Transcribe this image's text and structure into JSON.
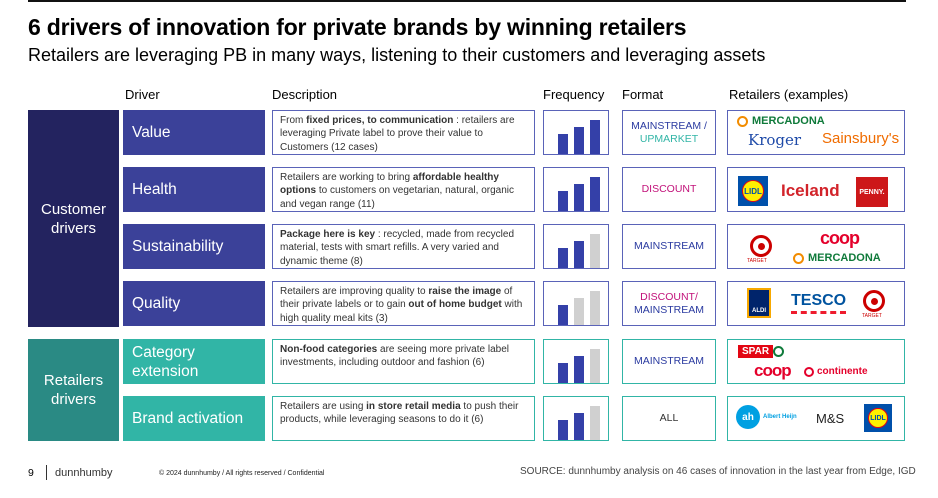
{
  "title": "6 drivers of innovation for private brands by winning retailers",
  "subtitle": "Retailers are leveraging PB in many ways, listening to their customers and leveraging assets",
  "columns": {
    "driver": "Driver",
    "description": "Description",
    "frequency": "Frequency",
    "format": "Format",
    "retailers": "Retailers (examples)"
  },
  "groups": {
    "customer": "Customer drivers",
    "retailer": "Retailers drivers"
  },
  "colors": {
    "navy": "#23235f",
    "blue": "#3b4199",
    "teal": "#31b5a6",
    "dark_teal": "#2a8a84",
    "bar": "#3440a8",
    "bar_off": "#d0d0d0"
  },
  "rows": [
    {
      "driver": "Value",
      "desc": [
        {
          "t": "From "
        },
        {
          "t": "fixed prices, to communication",
          "b": true
        },
        {
          "t": " : retailers are leveraging Private label to prove their value to Customers (12 cases)"
        }
      ],
      "frequency": 3,
      "format": [
        "MAINSTREAM /",
        "UPMARKET"
      ],
      "format_colors": [
        "#2a3aa0",
        "#31b5a6"
      ],
      "retailers": [
        "Mercadona",
        "Kroger",
        "Sainsbury's"
      ]
    },
    {
      "driver": "Health",
      "desc": [
        {
          "t": "Retailers are working to bring "
        },
        {
          "t": "affordable healthy options",
          "b": true
        },
        {
          "t": " to customers on vegetarian, natural, organic and vegan range (11)"
        }
      ],
      "frequency": 3,
      "format": [
        "DISCOUNT"
      ],
      "format_colors": [
        "#c2127a"
      ],
      "retailers": [
        "Lidl",
        "Iceland",
        "Penny"
      ]
    },
    {
      "driver": "Sustainability",
      "desc": [
        {
          "t": "Package here is key",
          "b": true
        },
        {
          "t": " : recycled, made from recycled material, tests with smart refills. A very varied and dynamic theme (8)"
        }
      ],
      "frequency": 2,
      "format": [
        "MAINSTREAM"
      ],
      "format_colors": [
        "#2a3aa0"
      ],
      "retailers": [
        "Target",
        "Coop",
        "Mercadona"
      ]
    },
    {
      "driver": "Quality",
      "desc": [
        {
          "t": "Retailers are improving quality to "
        },
        {
          "t": "raise the image",
          "b": true
        },
        {
          "t": " of their private labels or to gain "
        },
        {
          "t": "out of home budget",
          "b": true
        },
        {
          "t": " with high quality meal kits (3)"
        }
      ],
      "frequency": 1,
      "format": [
        "DISCOUNT/",
        "MAINSTREAM"
      ],
      "format_colors": [
        "#c2127a",
        "#2a3aa0"
      ],
      "retailers": [
        "Aldi",
        "Tesco",
        "Target"
      ]
    },
    {
      "driver": "Category extension",
      "desc": [
        {
          "t": "Non-food categories",
          "b": true
        },
        {
          "t": " are seeing more private label investments, including outdoor and fashion (6)"
        }
      ],
      "frequency": 2,
      "format": [
        "MAINSTREAM"
      ],
      "format_colors": [
        "#2a3aa0"
      ],
      "retailers": [
        "Spar",
        "Coop",
        "Continente"
      ]
    },
    {
      "driver": "Brand activation",
      "desc": [
        {
          "t": "Retailers are using "
        },
        {
          "t": "in store retail media",
          "b": true
        },
        {
          "t": " to push their products, while leveraging seasons to do it (6)"
        }
      ],
      "frequency": 2,
      "format": [
        "ALL"
      ],
      "format_colors": [
        "#333333"
      ],
      "retailers": [
        "Albert Heijn",
        "M&S",
        "Lidl"
      ]
    }
  ],
  "logos": {
    "mercadona": "MERCADONA",
    "kroger": "Kroger",
    "sainsburys": "Sainsbury's",
    "lidl": "LIDL",
    "iceland": "Iceland",
    "penny": "PENNY.",
    "target": "TARGET",
    "coop": "coop",
    "aldi": "ALDI",
    "tesco": "TESCO",
    "spar": "SPAR",
    "continente": "continente",
    "ah": "Albert Heijn",
    "ms": "M&S"
  },
  "footer": {
    "page": "9",
    "brand": "dunnhumby",
    "copyright": "© 2024 dunnhumby / All rights reserved / Confidential",
    "source": "SOURCE: dunnhumby analysis on 46 cases of innovation in the last year from Edge, IGD"
  }
}
